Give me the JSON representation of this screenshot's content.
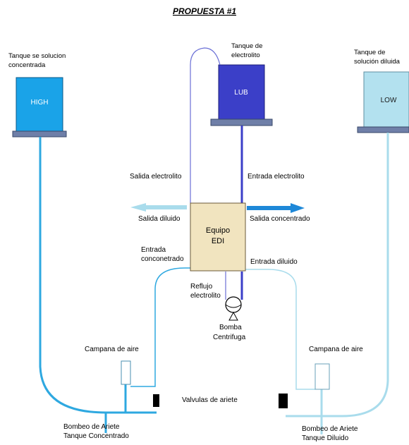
{
  "title": "PROPUESTA #1",
  "tanks": {
    "high": {
      "caption_line1": "Tanque se solucion",
      "caption_line2": "concentrada",
      "label": "HIGH",
      "color": "#1aa3e8"
    },
    "lub": {
      "caption_line1": "Tanque de",
      "caption_line2": "electrolito",
      "label": "LUB",
      "color": "#3b3fc8"
    },
    "low": {
      "caption_line1": "Tanque de",
      "caption_line2": "solución diluida",
      "label": "LOW",
      "color": "#b3e1ef"
    }
  },
  "edi": {
    "line1": "Equipo",
    "line2": "EDI",
    "color": "#f1e4bf"
  },
  "labels": {
    "salida_electrolito": "Salida electrolito",
    "entrada_electrolito": "Entrada electrolito",
    "salida_diluido": "Salida diluido",
    "salida_concentrado": "Salida concentrado",
    "entrada_concentrado_1": "Entrada",
    "entrada_concentrado_2": "conconetrado",
    "entrada_diluido": "Entrada diluido",
    "reflujo_1": "Reflujo",
    "reflujo_2": "electrolito",
    "bomba_1": "Bomba",
    "bomba_2": "Centrifuga",
    "campana_left": "Campana de aire",
    "campana_right": "Campana de aire",
    "valvulas": "Valvulas de ariete",
    "bombeo_conc_1": "Bombeo de Ariete",
    "bombeo_conc_2": "Tanque Concentrado",
    "bombeo_dil_1": "Bombeo de Ariete",
    "bombeo_dil_2": "Tanque Diluido"
  },
  "colors": {
    "concentrated_line": "#2ea8e0",
    "diluted_line": "#a9dcec",
    "electrolyte_line": "#3b3fc8",
    "return_line": "#6a6fd6"
  }
}
